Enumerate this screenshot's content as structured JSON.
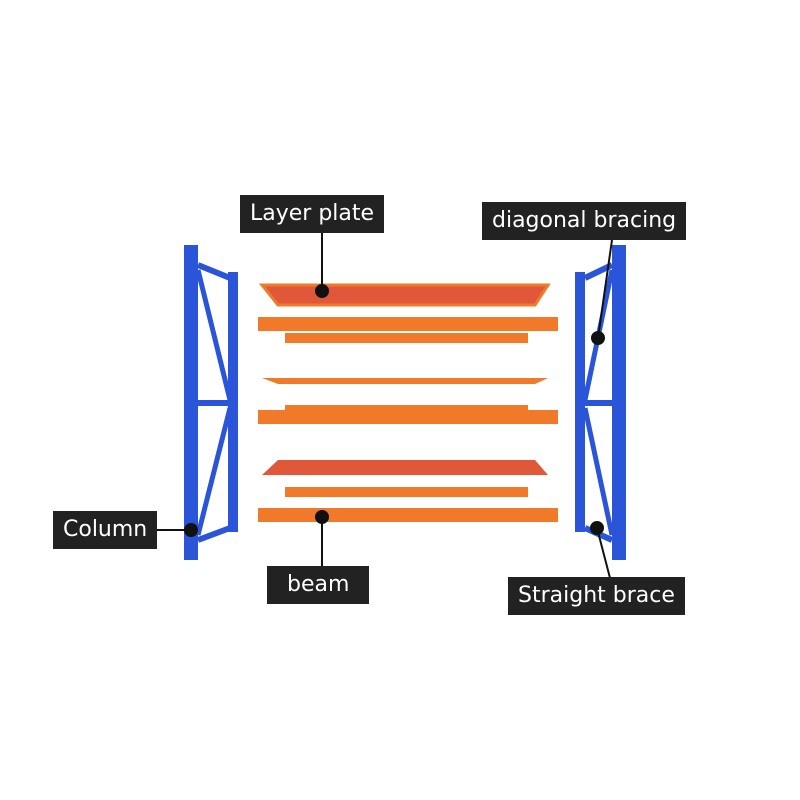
{
  "labels": {
    "layer_plate": "Layer plate",
    "diagonal_bracing": "diagonal bracing",
    "column": "Column",
    "beam": "beam",
    "straight_brace": "Straight brace"
  },
  "colors": {
    "blue": "#2a55d8",
    "orange": "#f07a2a",
    "plate": "#e0573a",
    "label_bg": "#222222"
  }
}
